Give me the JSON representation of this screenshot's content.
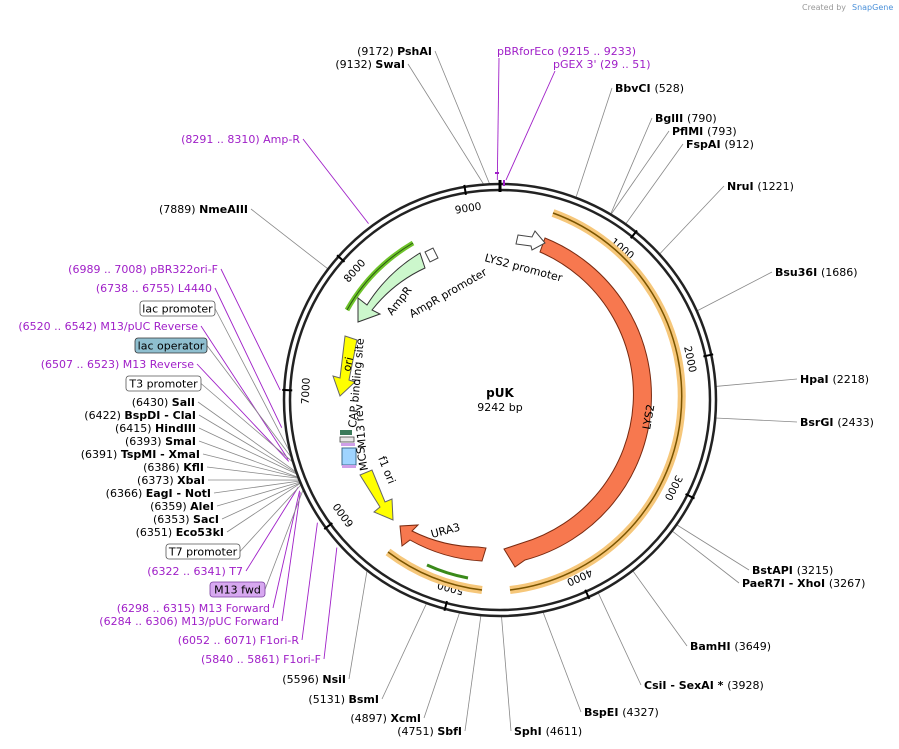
{
  "credit": {
    "prefix": "Created by",
    "app": "SnapGene"
  },
  "plasmid": {
    "name": "pUK",
    "size_label": "9242 bp",
    "length": 9242
  },
  "ticks": [
    "1000",
    "2000",
    "3000",
    "4000",
    "5000",
    "6000",
    "7000",
    "8000",
    "9000"
  ],
  "features": [
    {
      "name": "LYS2",
      "label": "LYS2",
      "color": "#f7784f"
    },
    {
      "name": "LYS2 promoter",
      "label": "LYS2 promoter",
      "color": "#ffffff"
    },
    {
      "name": "URA3",
      "label": "URA3",
      "color": "#f7784f"
    },
    {
      "name": "AmpR",
      "label": "AmpR",
      "color": "#ccf7cc"
    },
    {
      "name": "AmpR promoter",
      "label": "AmpR promoter",
      "color": "#ffffff"
    },
    {
      "name": "ori",
      "label": "ori",
      "color": "#ffff00"
    },
    {
      "name": "f1 ori",
      "label": "f1 ori",
      "color": "#ffff00"
    },
    {
      "name": "CAP binding site",
      "label": "CAP binding site",
      "color": "#55aa55"
    },
    {
      "name": "M13 rev",
      "label": "M13 rev",
      "color": "#ffffff"
    },
    {
      "name": "MCS",
      "label": "MCS",
      "color": "#ffffff"
    }
  ],
  "sites": [
    {
      "pos": "(9172)",
      "name": "PshAI"
    },
    {
      "pos": "(9132)",
      "name": "SwaI"
    },
    {
      "pos": "(528)",
      "name": "BbvCI"
    },
    {
      "pos": "(790)",
      "name": "BglII"
    },
    {
      "pos": "(793)",
      "name": "PflMI"
    },
    {
      "pos": "(912)",
      "name": "FspAI"
    },
    {
      "pos": "(1221)",
      "name": "NruI"
    },
    {
      "pos": "(1686)",
      "name": "Bsu36I"
    },
    {
      "pos": "(2218)",
      "name": "HpaI"
    },
    {
      "pos": "(2433)",
      "name": "BsrGI"
    },
    {
      "pos": "(3215)",
      "name": "BstAPI"
    },
    {
      "pos": "(3267)",
      "name": "PaeR7I  -  XhoI"
    },
    {
      "pos": "(3649)",
      "name": "BamHI"
    },
    {
      "pos": "(3928)",
      "name": "CsiI  -  SexAI *"
    },
    {
      "pos": "(4327)",
      "name": "BspEI"
    },
    {
      "pos": "(4611)",
      "name": "SphI"
    },
    {
      "pos": "(4751)",
      "name": "SbfI"
    },
    {
      "pos": "(4897)",
      "name": "XcmI"
    },
    {
      "pos": "(5131)",
      "name": "BsmI"
    },
    {
      "pos": "(5596)",
      "name": "NsiI"
    },
    {
      "pos": "(7889)",
      "name": "NmeAIII"
    },
    {
      "pos": "(6430)",
      "name": "SalI"
    },
    {
      "pos": "(6422)",
      "name": "BspDI  -  ClaI"
    },
    {
      "pos": "(6415)",
      "name": "HindIII"
    },
    {
      "pos": "(6393)",
      "name": "SmaI"
    },
    {
      "pos": "(6391)",
      "name": "TspMI  -  XmaI"
    },
    {
      "pos": "(6386)",
      "name": "KflI"
    },
    {
      "pos": "(6373)",
      "name": "XbaI"
    },
    {
      "pos": "(6366)",
      "name": "EagI  -  NotI"
    },
    {
      "pos": "(6359)",
      "name": "AleI"
    },
    {
      "pos": "(6353)",
      "name": "SacI"
    },
    {
      "pos": "(6351)",
      "name": "Eco53kI"
    }
  ],
  "primers": [
    {
      "range": "(9215 .. 9233)",
      "name": "pBRforEco"
    },
    {
      "range": "(29 .. 51)",
      "name": "pGEX 3'"
    },
    {
      "range": "(8291 .. 8310)",
      "name": "Amp-R"
    },
    {
      "range": "(6989 .. 7008)",
      "name": "pBR322ori-F"
    },
    {
      "range": "(6738 .. 6755)",
      "name": "L4440"
    },
    {
      "range": "(6520 .. 6542)",
      "name": "M13/pUC Reverse"
    },
    {
      "range": "(6507 .. 6523)",
      "name": "M13 Reverse"
    },
    {
      "range": "(6322 .. 6341)",
      "name": "T7"
    },
    {
      "range": "(6298 .. 6315)",
      "name": "M13 Forward"
    },
    {
      "range": "(6284 .. 6306)",
      "name": "M13/pUC Forward"
    },
    {
      "range": "(6052 .. 6071)",
      "name": "F1ori-R"
    },
    {
      "range": "(5840 .. 5861)",
      "name": "F1ori-F"
    }
  ],
  "boxed": [
    {
      "label": "lac promoter",
      "style": "plain"
    },
    {
      "label": "lac operator",
      "style": "operator"
    },
    {
      "label": "T3 promoter",
      "style": "plain"
    },
    {
      "label": "T7 promoter",
      "style": "plain"
    },
    {
      "label": "M13 fwd",
      "style": "primer"
    }
  ]
}
